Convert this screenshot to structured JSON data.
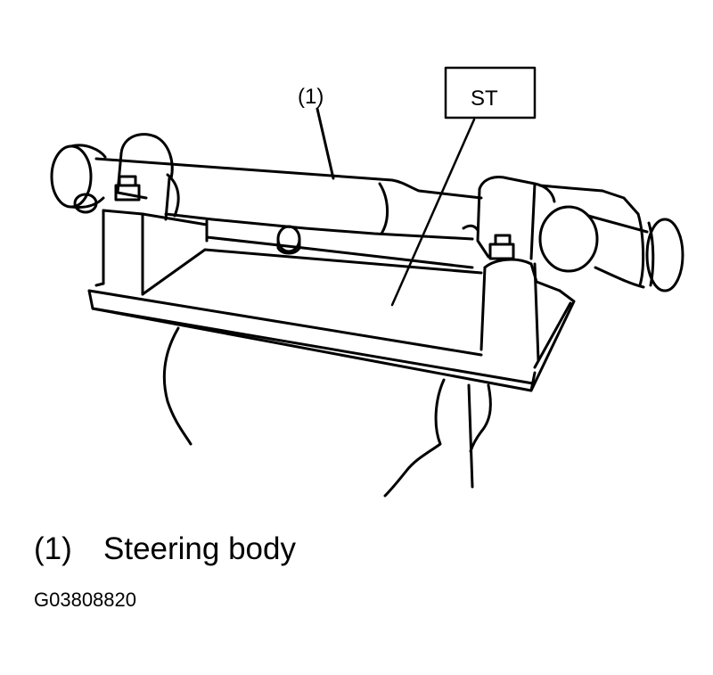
{
  "diagram": {
    "callout_1": "(1)",
    "tool_label": "ST",
    "legend": [
      {
        "number": "(1)",
        "text": "Steering body"
      }
    ],
    "figure_code": "G03808820"
  },
  "colors": {
    "line": "#000000",
    "background": "#ffffff"
  }
}
